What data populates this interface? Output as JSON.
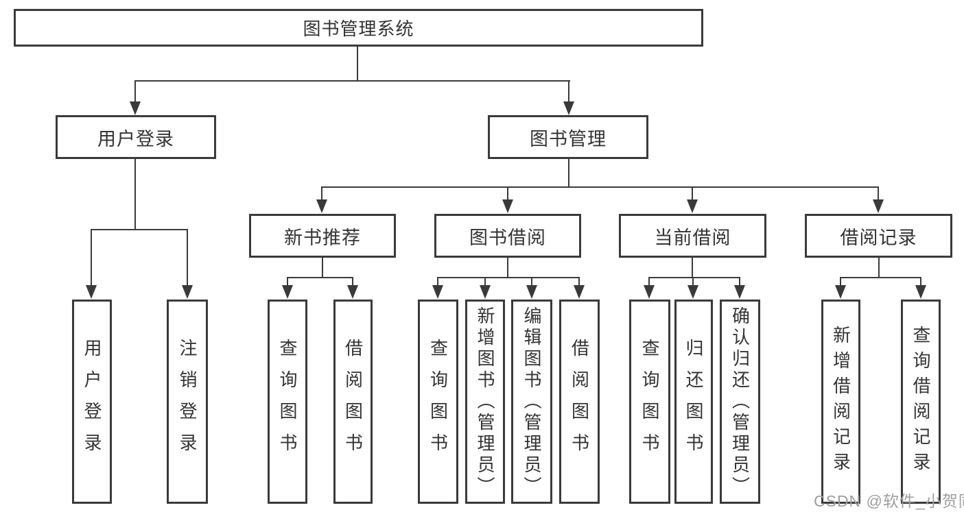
{
  "colors": {
    "line": "#3a3a3a",
    "text": "#333333",
    "watermark": "#9e9e9e"
  },
  "tree": {
    "root": {
      "label": "图书管理系统",
      "children": [
        {
          "label": "用户登录",
          "children": [
            {
              "label": "用户登录"
            },
            {
              "label": "注销登录"
            }
          ]
        },
        {
          "label": "图书管理",
          "children": [
            {
              "label": "新书推荐",
              "children": [
                {
                  "label": "查询图书"
                },
                {
                  "label": "借阅图书"
                }
              ]
            },
            {
              "label": "图书借阅",
              "children": [
                {
                  "label": "查询图书"
                },
                {
                  "label": "新增图书（管理员）"
                },
                {
                  "label": "编辑图书（管理员）"
                },
                {
                  "label": "借阅图书"
                }
              ]
            },
            {
              "label": "当前借阅",
              "children": [
                {
                  "label": "查询图书"
                },
                {
                  "label": "归还图书"
                },
                {
                  "label": "确认归还（管理员）"
                }
              ]
            },
            {
              "label": "借阅记录",
              "children": [
                {
                  "label": "新增借阅记录"
                },
                {
                  "label": "查询借阅记录"
                }
              ]
            }
          ]
        }
      ]
    }
  },
  "watermark": {
    "text": "CSDN @软件_小贺同学"
  }
}
